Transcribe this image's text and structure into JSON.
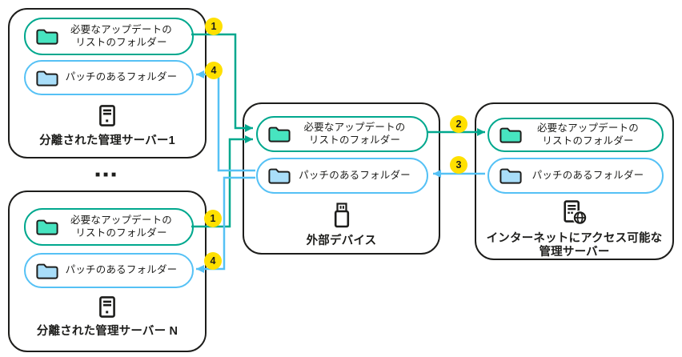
{
  "colors": {
    "ink": "#1d1d1b",
    "teal": "#00a88e",
    "teal_fill": "#47e4c0",
    "blue": "#55c1f5",
    "blue_fill": "#a9def9",
    "badge": "#ffe000",
    "bg": "#ffffff"
  },
  "labels": {
    "updates_folder": "必要なアップデートの\nリストのフォルダー",
    "patches_folder": "パッチのあるフォルダー"
  },
  "boxes": {
    "server1": {
      "title": "分離された管理サーバー1"
    },
    "serverN": {
      "title": "分離された管理サーバー N"
    },
    "external": {
      "title": "外部デバイス"
    },
    "internet": {
      "title": "インターネットにアクセス可能な\n管理サーバー"
    }
  },
  "badges": {
    "step1": "1",
    "step2": "2",
    "step3": "3",
    "step4": "4"
  },
  "separator": "■■■"
}
